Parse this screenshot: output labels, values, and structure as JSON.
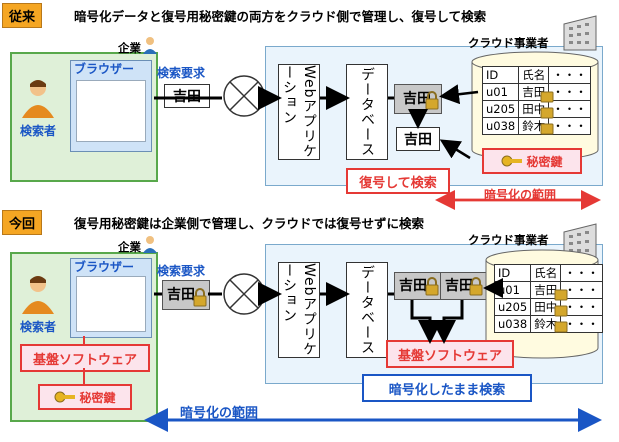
{
  "section_top": {
    "tag": "従来",
    "heading": "暗号化データと復号用秘密鍵の両方をクラウド側で管理し、復号して検索",
    "company_label": "企業",
    "cloud_provider_label": "クラウド事業者",
    "browser_label": "ブラウザー",
    "searcher_label": "検索者",
    "search_request_label": "検索要求",
    "query_name": "吉田",
    "webapp_label": "Webアプリケーション",
    "database_label": "データベース",
    "encrypted_name": "吉田",
    "decrypted_name": "吉田",
    "table_headers": [
      "ID",
      "氏名",
      "・・・"
    ],
    "table_rows": [
      [
        "u01",
        "吉田",
        "・・・"
      ],
      [
        "u205",
        "田中",
        "・・・"
      ],
      [
        "u038",
        "鈴木",
        "・・・"
      ]
    ],
    "secret_key_label": "秘密鍵",
    "decrypt_search_label": "復号して検索",
    "encryption_range_label": "暗号化の範囲"
  },
  "section_bottom": {
    "tag": "今回",
    "heading": "復号用秘密鍵は企業側で管理し、クラウドでは復号せずに検索",
    "company_label": "企業",
    "cloud_provider_label": "クラウド事業者",
    "browser_label": "ブラウザー",
    "searcher_label": "検索者",
    "search_request_label": "検索要求",
    "query_name": "吉田",
    "webapp_label": "Webアプリケーション",
    "database_label": "データベース",
    "encrypted_query_name": "吉田",
    "encrypted_db_name": "吉田",
    "table_headers": [
      "ID",
      "氏名",
      "・・・"
    ],
    "table_rows": [
      [
        "u01",
        "吉田",
        "・・・"
      ],
      [
        "u205",
        "田中",
        "・・・"
      ],
      [
        "u038",
        "鈴木",
        "・・・"
      ]
    ],
    "platform_software_label_client": "基盤ソフトウェア",
    "platform_software_label_cloud": "基盤ソフトウェア",
    "secret_key_label": "秘密鍵",
    "encrypted_search_label": "暗号化したまま検索",
    "encryption_range_label": "暗号化の範囲"
  },
  "colors": {
    "tag_bg": "#f5a623",
    "client_panel": "#dff0d8",
    "cloud_panel": "#eaf4fc",
    "accent_red": "#e53935",
    "accent_blue": "#1a56c5"
  }
}
